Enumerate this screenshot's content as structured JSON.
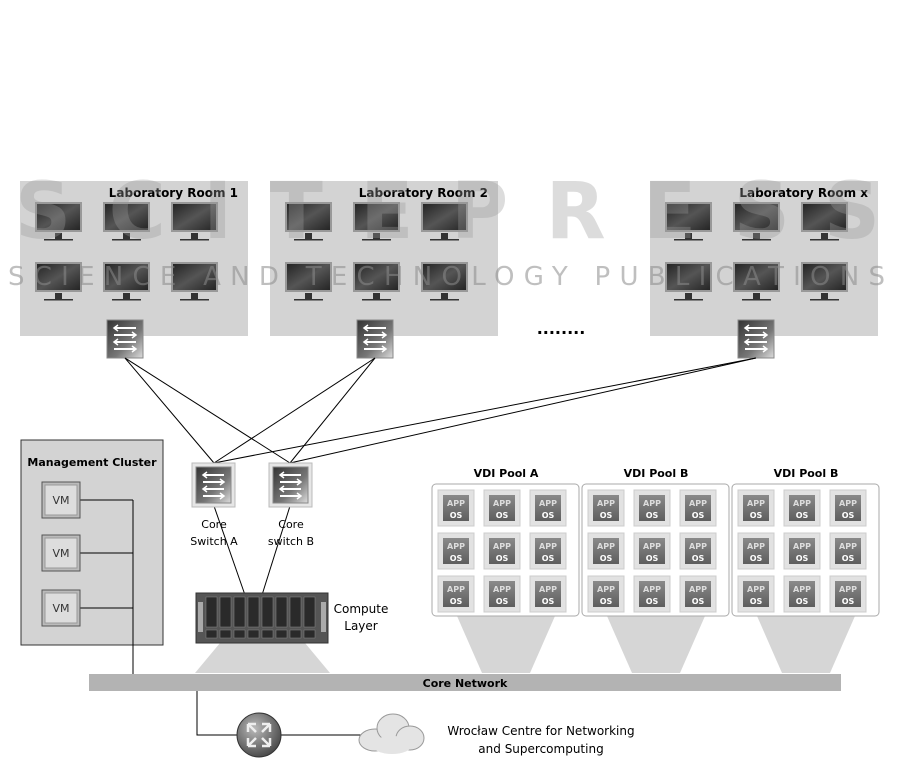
{
  "watermark": {
    "logo": "SCITEPRESS",
    "subtitle": "SCIENCE AND TECHNOLOGY PUBLICATIONS"
  },
  "lab_rooms": [
    {
      "title": "Laboratory Room 1",
      "monitors": 6
    },
    {
      "title": "Laboratory Room 2",
      "monitors": 6
    },
    {
      "title": "Laboratory Room x",
      "monitors": 6
    }
  ],
  "ellipsis": "........",
  "management_cluster": {
    "title": "Management Cluster",
    "vms": [
      "VM",
      "VM",
      "VM"
    ]
  },
  "core_switches": [
    {
      "line1": "Core",
      "line2": "Switch A"
    },
    {
      "line1": "Core",
      "line2": "switch B"
    }
  ],
  "compute": {
    "line1": "Compute",
    "line2": "Layer"
  },
  "vdi_pools": [
    {
      "title": "VDI Pool A"
    },
    {
      "title": "VDI Pool B"
    },
    {
      "title": "VDI Pool B"
    }
  ],
  "tile": {
    "app": "APP",
    "os": "OS"
  },
  "core_network": "Core Network",
  "external": {
    "line1": "Wrocław Centre for Networking",
    "line2": "and Supercomputing"
  },
  "colors": {
    "room_bg": "#d3d3d3",
    "bar": "#b3b3b3",
    "tile": "#6e6e6e"
  }
}
